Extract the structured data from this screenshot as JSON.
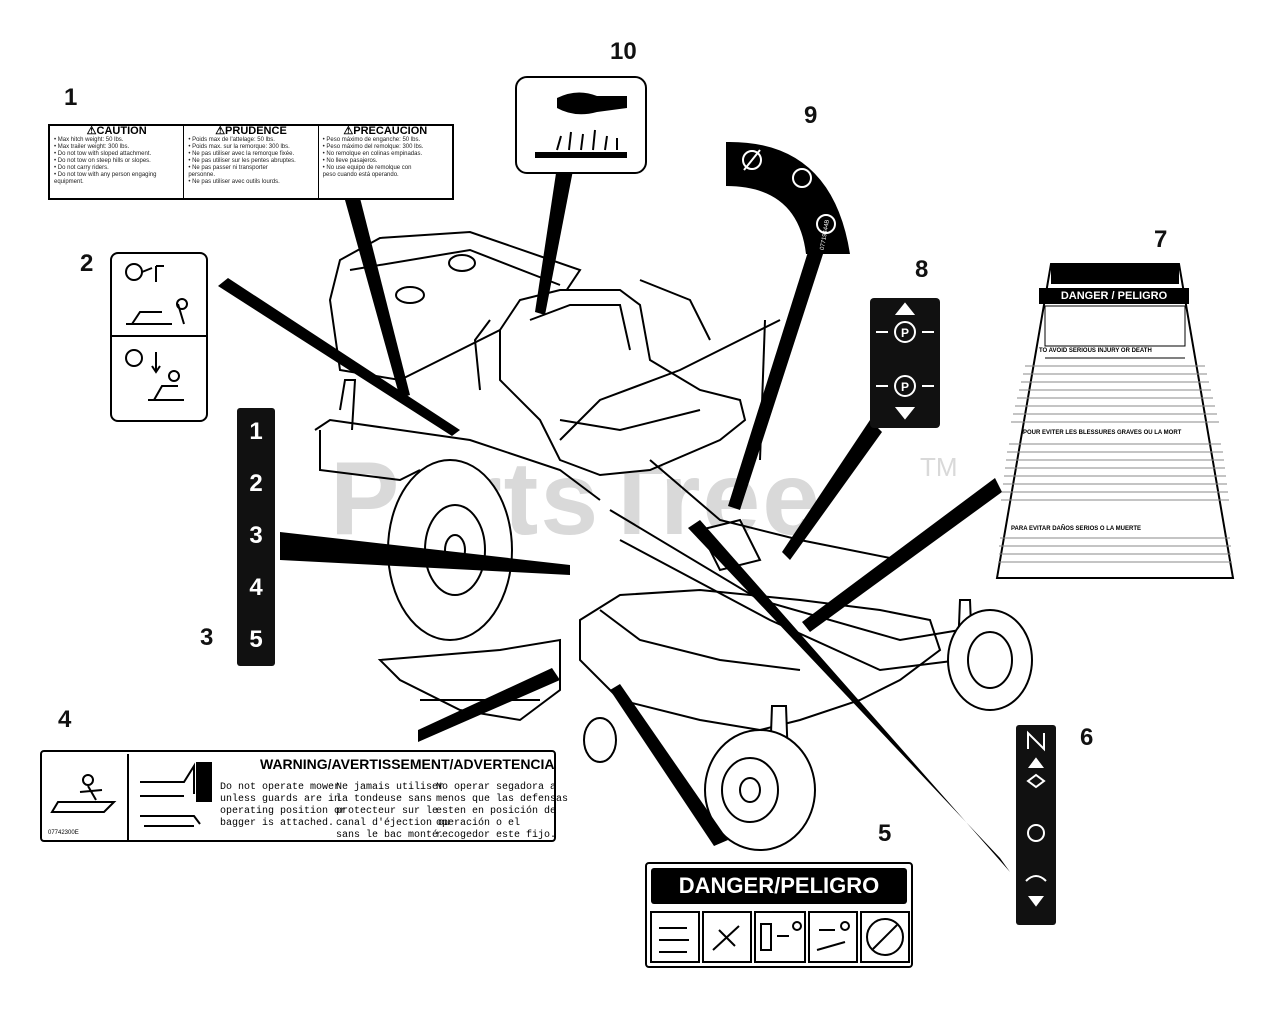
{
  "callouts": {
    "c1": "1",
    "c2": "2",
    "c3": "3",
    "c4": "4",
    "c5": "5",
    "c6": "6",
    "c7": "7",
    "c8": "8",
    "c9": "9",
    "c10": "10"
  },
  "watermark": {
    "text": "PartsTree",
    "tm": "TM"
  },
  "decal_1": {
    "caution": "⚠CAUTION",
    "prudence": "⚠PRUDENCE",
    "precaucion": "⚠PRECAUCIÓN",
    "lines_en": [
      "• Max hitch weight: 50 lbs.",
      "• Max trailer weight: 300 lbs.",
      "• Do not tow with sloped attachment.",
      "• Do not tow on steep hills or slopes.",
      "• Do not carry riders.",
      "• Do not tow with any person engaging",
      "  equipment."
    ],
    "lines_fr": [
      "• Poids max de l'attelage: 50 lbs.",
      "• Poids max. sur la remorque: 300 lbs.",
      "• Ne pas utiliser avec la remorque fixée.",
      "• Ne pas utiliser sur les pentes abruptes.",
      "• Ne pas passer ni transporter",
      "  personne.",
      "• Ne pas utiliser avec outils lourds."
    ],
    "lines_es": [
      "• Peso máximo de enganche: 50 lbs.",
      "• Peso máximo del remolque: 300 lbs.",
      "• No remolque en colinas empinadas.",
      "• No lleve pasajeros.",
      "• No use equipo de remolque con",
      "  peso cuando está operando."
    ]
  },
  "decal_4": {
    "header": "WARNING/AVERTISSEMENT/ADVERTENCIA",
    "text_en": "Do not operate mower\nunless guards are in\noperating position or\nbagger is attached.",
    "text_fr": "Ne jamais utiliser\nla tondeuse sans\nprotecteur sur le\ncanal d'éjection ou\nsans le bac monté.",
    "text_es": "No operar segadora a\nmenos que las defensas\nesten en posición de\noperación o el\nrecogedor este fijo.",
    "part_number": "07742300E"
  },
  "decal_5": {
    "header": "DANGER/PELIGRO"
  },
  "decal_7": {
    "header": "DANGER / PELIGRO",
    "sub_1": "TO AVOID SERIOUS INJURY OR DEATH",
    "sub_2": "POUR EVITER LES BLESSURES GRAVES OU LA MORT",
    "sub_3": "PARA EVITAR DAÑOS SERIOS O LA MUERTE"
  },
  "strip_3": {
    "numbers": [
      "1",
      "2",
      "3",
      "4",
      "5"
    ]
  },
  "decal_9": {
    "part_number": "07719444B"
  },
  "colors": {
    "ink": "#000000",
    "watermark": "#d9d9d9",
    "paper": "#ffffff"
  }
}
